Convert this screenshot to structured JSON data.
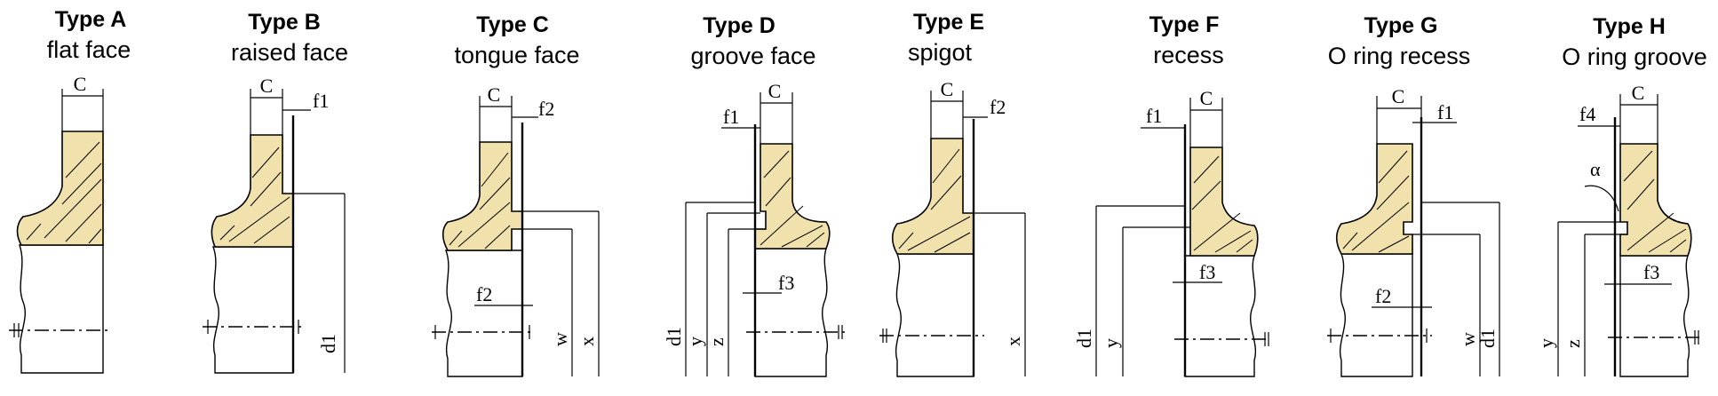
{
  "colors": {
    "shaded_section": "#f0e1ad",
    "outline": "#000000",
    "background": "#ffffff"
  },
  "types": [
    {
      "title": "Type A",
      "subtitle": "flat face",
      "labels": {
        "c": "C"
      }
    },
    {
      "title": "Type B",
      "subtitle": "raised face",
      "labels": {
        "c": "C",
        "f1": "f1",
        "d1": "d1"
      }
    },
    {
      "title": "Type C",
      "subtitle": "tongue face",
      "labels": {
        "c": "C",
        "f2": "f2",
        "f2b": "f2",
        "w": "w",
        "x": "x"
      }
    },
    {
      "title": "Type D",
      "subtitle": "groove face",
      "labels": {
        "c": "C",
        "f1": "f1",
        "f3": "f3",
        "d1": "d1",
        "y": "y",
        "z": "z"
      }
    },
    {
      "title": "Type E",
      "subtitle": "spigot",
      "labels": {
        "c": "C",
        "f2": "f2",
        "x": "x"
      }
    },
    {
      "title": "Type F",
      "subtitle": "recess",
      "labels": {
        "c": "C",
        "f1": "f1",
        "f3": "f3",
        "d1": "d1",
        "y": "y"
      }
    },
    {
      "title": "Type G",
      "subtitle": "O ring recess",
      "labels": {
        "c": "C",
        "f1": "f1",
        "f2": "f2",
        "w": "w",
        "d1": "d1"
      }
    },
    {
      "title": "Type H",
      "subtitle": "O ring groove",
      "labels": {
        "c": "C",
        "f4": "f4",
        "alpha": "α",
        "f3": "f3",
        "y": "y",
        "z": "z"
      }
    }
  ]
}
